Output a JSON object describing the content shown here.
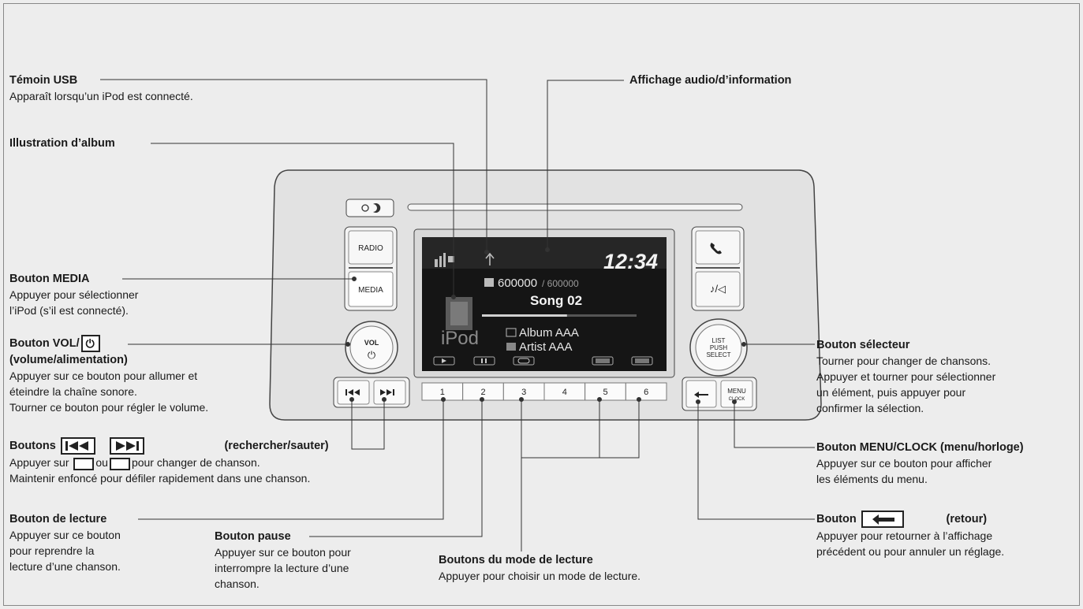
{
  "colors": {
    "background": "#ededed",
    "panel": "#e4e4e4",
    "screen": "#151515",
    "leader": "#333333"
  },
  "labels": {
    "usb": {
      "title": "Témoin USB",
      "desc": "Apparaît lorsqu’un iPod est connecté."
    },
    "album_art": {
      "title": "Illustration d’album"
    },
    "audio_display": {
      "title": "Affichage audio/d’information"
    },
    "media": {
      "title": "Bouton MEDIA",
      "desc1": "Appuyer pour sélectionner",
      "desc2": "l’iPod (s’il est connecté)."
    },
    "vol": {
      "title": "Bouton VOL/",
      "sub": "(volume/alimentation)",
      "desc1": "Appuyer sur ce bouton pour allumer et",
      "desc2": "éteindre la chaîne sonore.",
      "desc3": "Tourner ce bouton pour régler le volume."
    },
    "seek": {
      "title": "Boutons",
      "suffix": "(rechercher/sauter)",
      "desc1_pre": "Appuyer sur",
      "desc1_mid": "ou",
      "desc1_post": "pour changer de chanson.",
      "desc2": "Maintenir enfoncé pour défiler rapidement dans une chanson."
    },
    "play": {
      "title": "Bouton de lecture",
      "desc1": "Appuyer sur ce bouton",
      "desc2": "pour reprendre la",
      "desc3": "lecture d’une chanson."
    },
    "pause": {
      "title": "Bouton pause",
      "desc1": "Appuyer sur ce bouton pour",
      "desc2": "interrompre la lecture d’une",
      "desc3": "chanson."
    },
    "modes": {
      "title": "Boutons du mode de lecture",
      "desc": "Appuyer pour choisir un mode de lecture."
    },
    "selector": {
      "title": "Bouton sélecteur",
      "desc1": "Tourner pour changer de chansons.",
      "desc2": "Appuyer et tourner pour sélectionner",
      "desc3": "un élément, puis appuyer pour",
      "desc4": "confirmer la sélection."
    },
    "menu_clock": {
      "title": "Bouton MENU/CLOCK (menu/horloge)",
      "desc1": "Appuyer sur ce bouton pour afficher",
      "desc2": "les éléments du menu."
    },
    "back": {
      "title": "Bouton",
      "suffix": "(retour)",
      "desc1": "Appuyer pour retourner à l’affichage",
      "desc2": "précédent ou pour annuler un réglage."
    }
  },
  "unit": {
    "radio_label": "RADIO",
    "media_label": "MEDIA",
    "vol_label": "VOL",
    "power_symbol": "⏻",
    "selector_l1": "LIST",
    "selector_l2": "PUSH",
    "selector_l3": "SELECT",
    "menu_l1": "MENU",
    "menu_l2": "CLOCK",
    "phone_icon": "phone-icon",
    "music_icon": "music-icon",
    "presets": [
      "1",
      "2",
      "3",
      "4",
      "5",
      "6"
    ],
    "screen": {
      "clock": "12:34",
      "track_count": "600000",
      "track_total": "/ 600000",
      "song": "Song 02",
      "album": "Album AAA",
      "artist": "Artist AAA",
      "source": "iPod",
      "progress": 0.55
    }
  }
}
